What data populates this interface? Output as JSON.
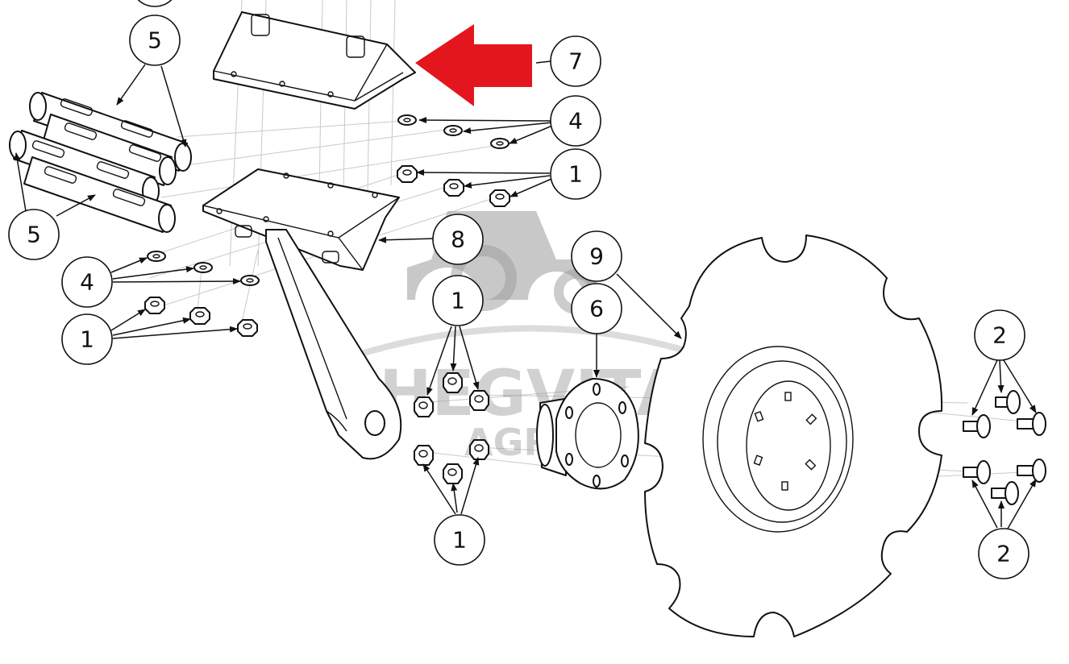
{
  "diagram": {
    "watermark": {
      "brand": "HEGVITA",
      "sub": "AGRO"
    },
    "colors": {
      "highlight_arrow": "#e3161e",
      "line": "#111111",
      "axis": "#c9c9c9",
      "watermark": "#9a9a9a"
    },
    "callouts": [
      {
        "id": "c-5-top",
        "label": "5"
      },
      {
        "id": "c-5-bottom",
        "label": "5"
      },
      {
        "id": "c-7",
        "label": "7"
      },
      {
        "id": "c-4-right",
        "label": "4"
      },
      {
        "id": "c-1-right",
        "label": "1"
      },
      {
        "id": "c-8",
        "label": "8"
      },
      {
        "id": "c-4-left",
        "label": "4"
      },
      {
        "id": "c-1-left",
        "label": "1"
      },
      {
        "id": "c-9",
        "label": "9"
      },
      {
        "id": "c-1-hub-top",
        "label": "1"
      },
      {
        "id": "c-6",
        "label": "6"
      },
      {
        "id": "c-1-hub-bottom",
        "label": "1"
      },
      {
        "id": "c-2-top",
        "label": "2"
      },
      {
        "id": "c-2-bottom",
        "label": "2"
      }
    ]
  }
}
